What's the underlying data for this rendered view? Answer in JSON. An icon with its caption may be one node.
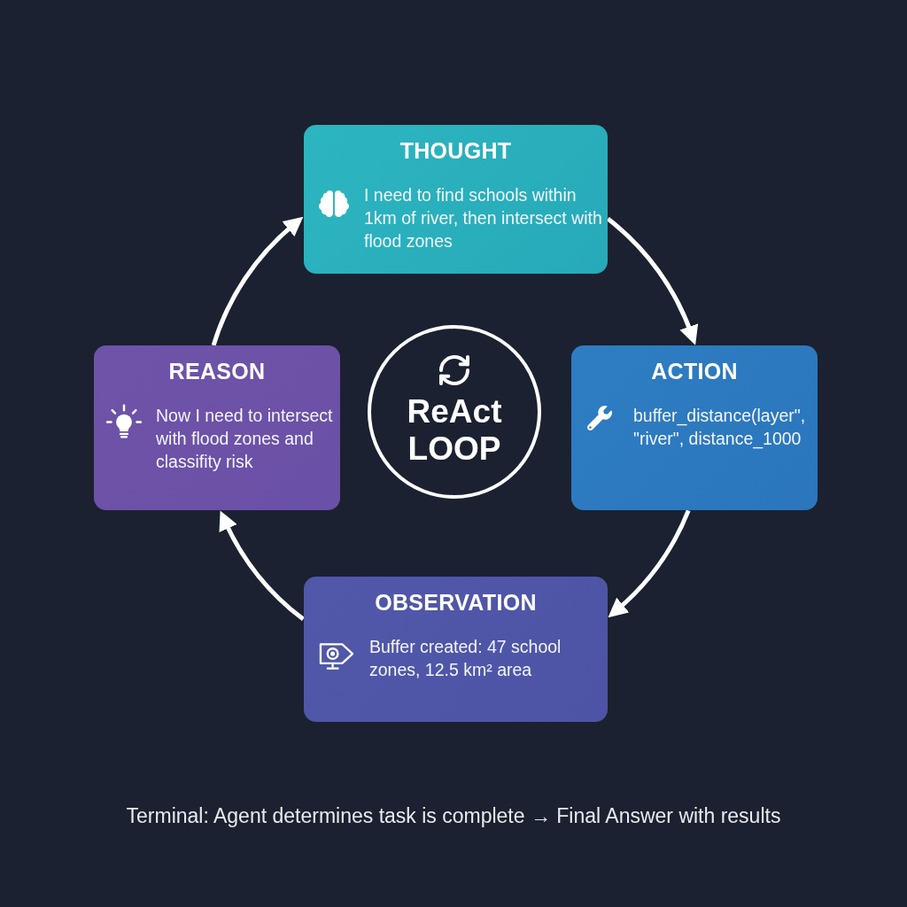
{
  "diagram": {
    "nodes": [
      {
        "text": [
          "THOUGHT",
          "I need to find schools within 1km of river, then intersect with flood zones"
        ]
      },
      {
        "text": [
          "REASON",
          "Now I need to intersect with flood zones and classifity risk"
        ]
      },
      {
        "text": [
          "ReAct LOOP"
        ]
      },
      {
        "text": [
          "ACTION",
          "buffer_distance(layer\", \"river\", distance_1000"
        ]
      },
      {
        "text": [
          "OBSERVATION",
          "Buffer created: 47 school zones, 12.5 km² area"
        ]
      }
    ],
    "edges": [
      {
        "from": 0,
        "to": 3,
        "arrow": "to"
      },
      {
        "from": 3,
        "to": 4,
        "arrow": "to"
      },
      {
        "from": 4,
        "to": 1,
        "arrow": "to"
      },
      {
        "from": 1,
        "to": 0,
        "arrow": "to"
      }
    ],
    "caption": "Terminal: Agent determines task is complete → Final Answer with results"
  }
}
